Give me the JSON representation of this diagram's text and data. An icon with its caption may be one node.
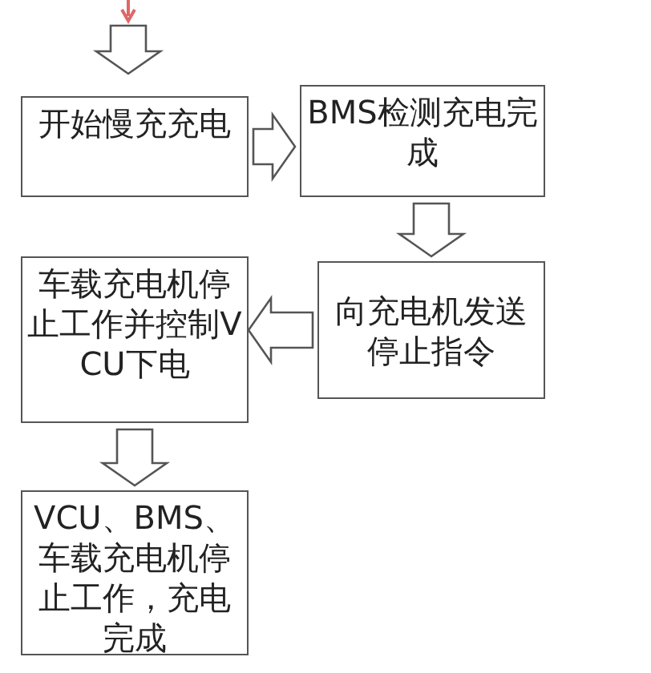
{
  "diagram": {
    "nodes": [
      {
        "text": [
          "开始慢充充电"
        ]
      },
      {
        "text": [
          "BMS检测充电完成"
        ]
      },
      {
        "text": [
          "向充电机发送停止指令"
        ]
      },
      {
        "text": [
          "车载充电机停止工作并控制VCU下电"
        ]
      },
      {
        "text": [
          "VCU、BMS、车载充电机停止工作，充电完成"
        ]
      }
    ],
    "edges": [
      {
        "from": null,
        "to": 0,
        "arrow": "to"
      },
      {
        "from": 0,
        "to": 1,
        "arrow": "to"
      },
      {
        "from": 1,
        "to": 2,
        "arrow": "to"
      },
      {
        "from": 2,
        "to": 3,
        "arrow": "to"
      },
      {
        "from": 3,
        "to": 4,
        "arrow": "to"
      }
    ]
  }
}
